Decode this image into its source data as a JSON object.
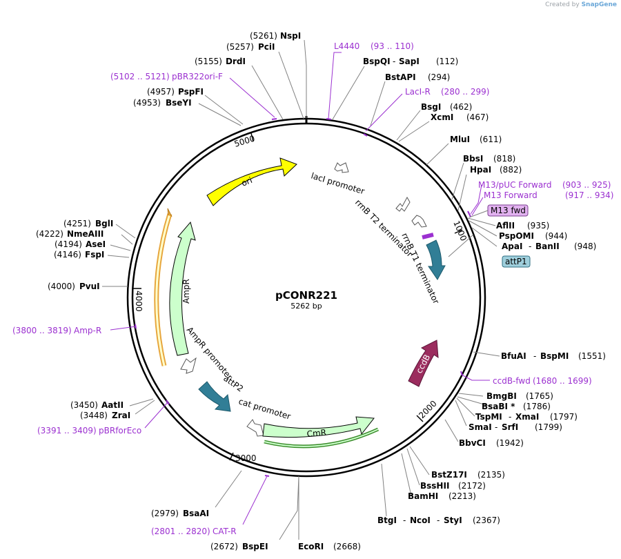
{
  "header": {
    "created_by": "Created by",
    "brand": "SnapGene"
  },
  "plasmid": {
    "name": "pCONR221",
    "length_label": "5262 bp",
    "length": 5262
  },
  "ticks": [
    {
      "label": "1000",
      "pos": 1000
    },
    {
      "label": "2000",
      "pos": 2000
    },
    {
      "label": "3000",
      "pos": 3000
    },
    {
      "label": "4000",
      "pos": 4000
    },
    {
      "label": "5000",
      "pos": 5000
    }
  ],
  "sites": [
    {
      "name": "NspI",
      "pos": "(5261)"
    },
    {
      "name": "PciI",
      "pos": "(5257)"
    },
    {
      "name": "DrdI",
      "pos": "(5155)"
    },
    {
      "name": "PspFI",
      "pos": "(4957)"
    },
    {
      "name": "BseYI",
      "pos": "(4953)"
    },
    {
      "name": "BspQI",
      "name2": "SapI",
      "pos": "(112)"
    },
    {
      "name": "BstAPI",
      "pos": "(294)"
    },
    {
      "name": "BsgI",
      "pos": "(462)"
    },
    {
      "name": "XcmI",
      "pos": "(467)"
    },
    {
      "name": "MluI",
      "pos": "(611)"
    },
    {
      "name": "BbsI",
      "pos": "(818)"
    },
    {
      "name": "HpaI",
      "pos": "(882)"
    },
    {
      "name": "AflII",
      "pos": "(935)"
    },
    {
      "name": "PspOMI",
      "pos": "(944)"
    },
    {
      "name": "ApaI",
      "name2": "BanII",
      "pos": "(948)"
    },
    {
      "name": "BglI",
      "pos": "(4251)"
    },
    {
      "name": "NmeAIII",
      "pos": "(4222)"
    },
    {
      "name": "AseI",
      "pos": "(4194)"
    },
    {
      "name": "FspI",
      "pos": "(4146)"
    },
    {
      "name": "PvuI",
      "pos": "(4000)"
    },
    {
      "name": "BfuAI",
      "name2": "BspMI",
      "pos": "(1551)"
    },
    {
      "name": "BmgBI",
      "pos": "(1765)"
    },
    {
      "name": "BsaBI *",
      "pos": "(1786)"
    },
    {
      "name": "TspMI",
      "name2": "XmaI",
      "pos": "(1797)"
    },
    {
      "name": "SmaI",
      "name2": "SrfI",
      "pos": "(1799)"
    },
    {
      "name": "BbvCI",
      "pos": "(1942)"
    },
    {
      "name": "BstZ17I",
      "pos": "(2135)"
    },
    {
      "name": "BssHII",
      "pos": "(2172)"
    },
    {
      "name": "BamHI",
      "pos": "(2213)"
    },
    {
      "name": "BtgI",
      "name2": "NcoI",
      "name3": "StyI",
      "pos": "(2367)"
    },
    {
      "name": "AatII",
      "pos": "(3450)"
    },
    {
      "name": "ZraI",
      "pos": "(3448)"
    },
    {
      "name": "BsaAI",
      "pos": "(2979)"
    },
    {
      "name": "BspEI",
      "pos": "(2672)"
    },
    {
      "name": "EcoRI",
      "pos": "(2668)"
    }
  ],
  "primers": [
    {
      "name": "L4440",
      "range": "(93 .. 110)"
    },
    {
      "name": "pBR322ori-F",
      "range": "(5102 .. 5121)"
    },
    {
      "name": "LacI-R",
      "range": "(280 .. 299)"
    },
    {
      "name": "M13/pUC Forward",
      "range": "(903 .. 925)"
    },
    {
      "name": "M13 Forward",
      "range": "(917 .. 934)"
    },
    {
      "name": "Amp-R",
      "range": "(3800 .. 3819)"
    },
    {
      "name": "ccdB-fwd",
      "range": "(1680 .. 1699)"
    },
    {
      "name": "pBRforEco",
      "range": "(3391 .. 3409)"
    },
    {
      "name": "CAT-R",
      "range": "(2801 .. 2820)"
    }
  ],
  "boxed_labels": [
    {
      "name": "M13 fwd",
      "color": "#e2b2f0"
    },
    {
      "name": "attP1",
      "color": "#9fcfdc"
    }
  ],
  "features": [
    {
      "name": "ori",
      "color": "#ffff00"
    },
    {
      "name": "lacI promoter",
      "color": "#ffffff"
    },
    {
      "name": "rrnB T2 terminator",
      "color": "#ffffff"
    },
    {
      "name": "rrnB T1 terminator",
      "color": "#ffffff"
    },
    {
      "name": "AmpR",
      "color": "#ccffcc"
    },
    {
      "name": "AmpR promoter",
      "color": "#ffffff"
    },
    {
      "name": "attP2",
      "color": "#317e96"
    },
    {
      "name": "cat promoter",
      "color": "#ffffff"
    },
    {
      "name": "CmR",
      "color": "#ccffcc"
    },
    {
      "name": "ccdB",
      "color": "#9b2c5e"
    }
  ],
  "colors": {
    "primer": "#9b30d0",
    "backbone": "#000000",
    "attP": "#317e96"
  }
}
